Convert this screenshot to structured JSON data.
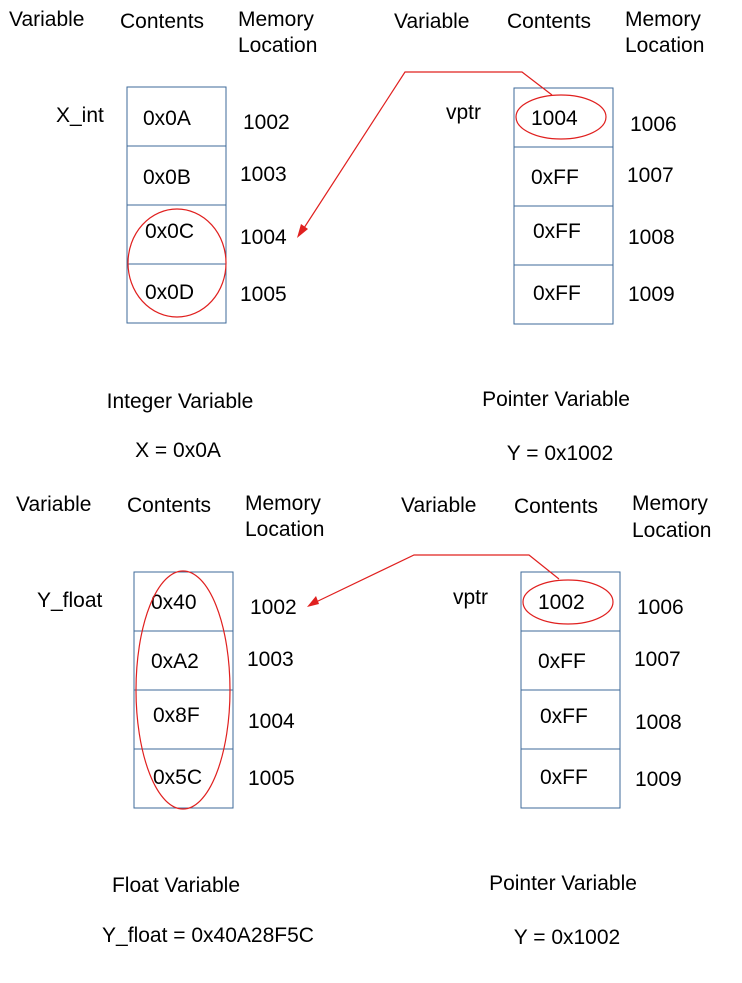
{
  "colors": {
    "cell_border": "#3d6a9a",
    "highlight": "#e0201f",
    "text": "#000000"
  },
  "panels": [
    {
      "id": "integer-panel",
      "headers": {
        "variable": "Variable",
        "contents": "Contents",
        "memory_line1": "Memory",
        "memory_line2": "Location"
      },
      "var_name": "X_int",
      "cells": [
        {
          "content": "0x0A",
          "addr": "1002"
        },
        {
          "content": "0x0B",
          "addr": "1003"
        },
        {
          "content": "0x0C",
          "addr": "1004"
        },
        {
          "content": "0x0D",
          "addr": "1005"
        }
      ],
      "caption": "Integer Variable",
      "equation": "X = 0x0A"
    },
    {
      "id": "pointer-panel-top",
      "headers": {
        "variable": "Variable",
        "contents": "Contents",
        "memory_line1": "Memory",
        "memory_line2": "Location"
      },
      "var_name": "vptr",
      "cells": [
        {
          "content": "1004",
          "addr": "1006"
        },
        {
          "content": "0xFF",
          "addr": "1007"
        },
        {
          "content": "0xFF",
          "addr": "1008"
        },
        {
          "content": "0xFF",
          "addr": "1009"
        }
      ],
      "caption": "Pointer Variable",
      "equation": "Y = 0x1002"
    },
    {
      "id": "float-panel",
      "headers": {
        "variable": "Variable",
        "contents": "Contents",
        "memory_line1": "Memory",
        "memory_line2": "Location"
      },
      "var_name": "Y_float",
      "cells": [
        {
          "content": "0x40",
          "addr": "1002"
        },
        {
          "content": "0xA2",
          "addr": "1003"
        },
        {
          "content": "0x8F",
          "addr": "1004"
        },
        {
          "content": "0x5C",
          "addr": "1005"
        }
      ],
      "caption": "Float Variable",
      "equation": "Y_float = 0x40A28F5C"
    },
    {
      "id": "pointer-panel-bottom",
      "headers": {
        "variable": "Variable",
        "contents": "Contents",
        "memory_line1": "Memory",
        "memory_line2": "Location"
      },
      "var_name": "vptr",
      "cells": [
        {
          "content": "1002",
          "addr": "1006"
        },
        {
          "content": "0xFF",
          "addr": "1007"
        },
        {
          "content": "0xFF",
          "addr": "1008"
        },
        {
          "content": "0xFF",
          "addr": "1009"
        }
      ],
      "caption": "Pointer Variable",
      "equation": "Y = 0x1002"
    }
  ]
}
